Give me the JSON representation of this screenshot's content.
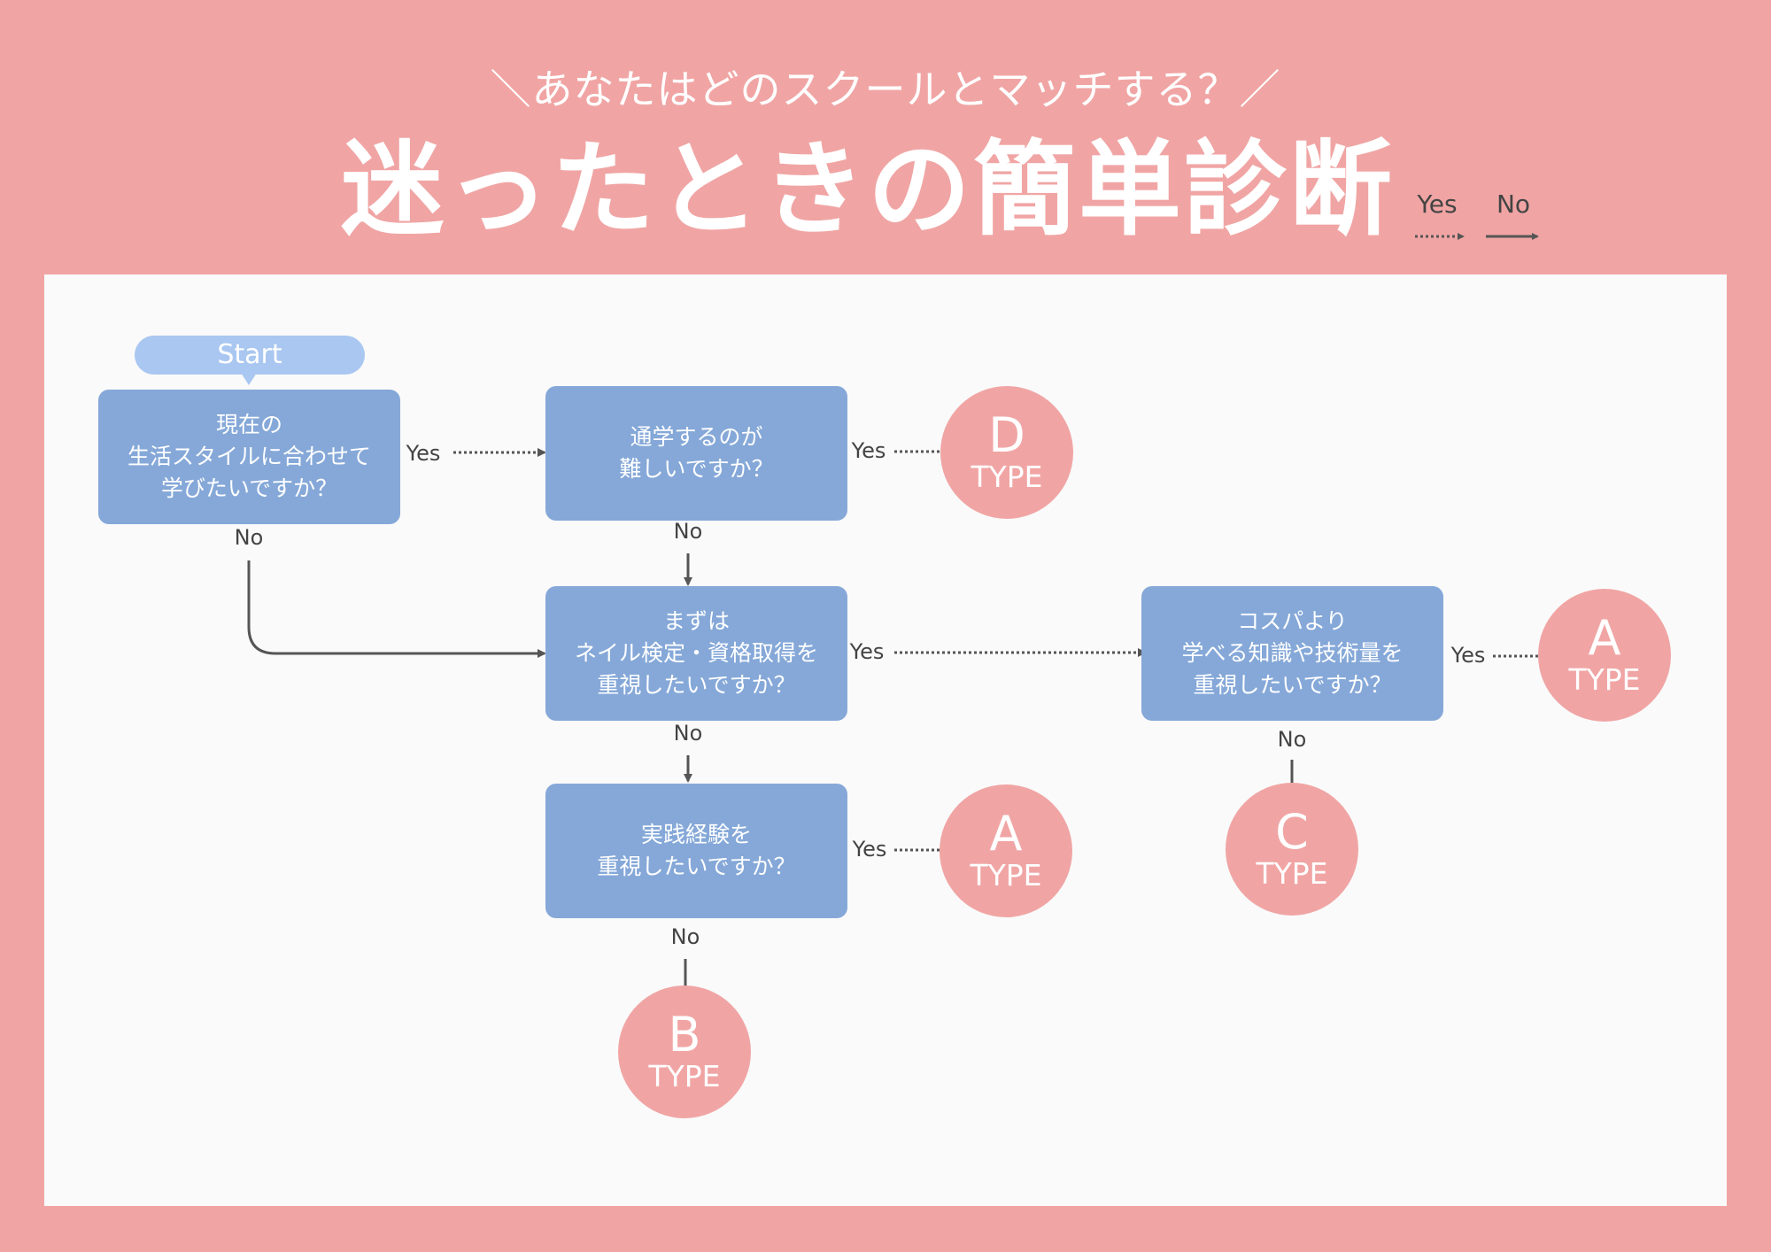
{
  "header": {
    "subtitle": "＼あなたはどのスクールとマッチする？／",
    "title": "迷ったときの簡単診断"
  },
  "legend": {
    "yes_label": "Yes",
    "no_label": "No"
  },
  "colors": {
    "background": "#f0a5a4",
    "panel": "#fafafa",
    "question_box": "#85a8d8",
    "start_pill": "#a9c7f0",
    "result_circle": "#f0a5a4",
    "arrow": "#555555"
  },
  "flow": {
    "start_label": "Start",
    "yes_label": "Yes",
    "no_label": "No",
    "questions": {
      "q1": "現在の\n生活スタイルに合わせて\n学びたいですか？",
      "q2": "通学するのが\n難しいですか？",
      "q3": "まずは\nネイル検定・資格取得を\n重視したいですか？",
      "q4": "コスパより\n学べる知識や技術量を\n重視したいですか？",
      "q5": "実践経験を\n重視したいですか？"
    },
    "results": {
      "type_word": "TYPE",
      "d": "D",
      "a1": "A",
      "a2": "A",
      "c": "C",
      "b": "B"
    }
  }
}
